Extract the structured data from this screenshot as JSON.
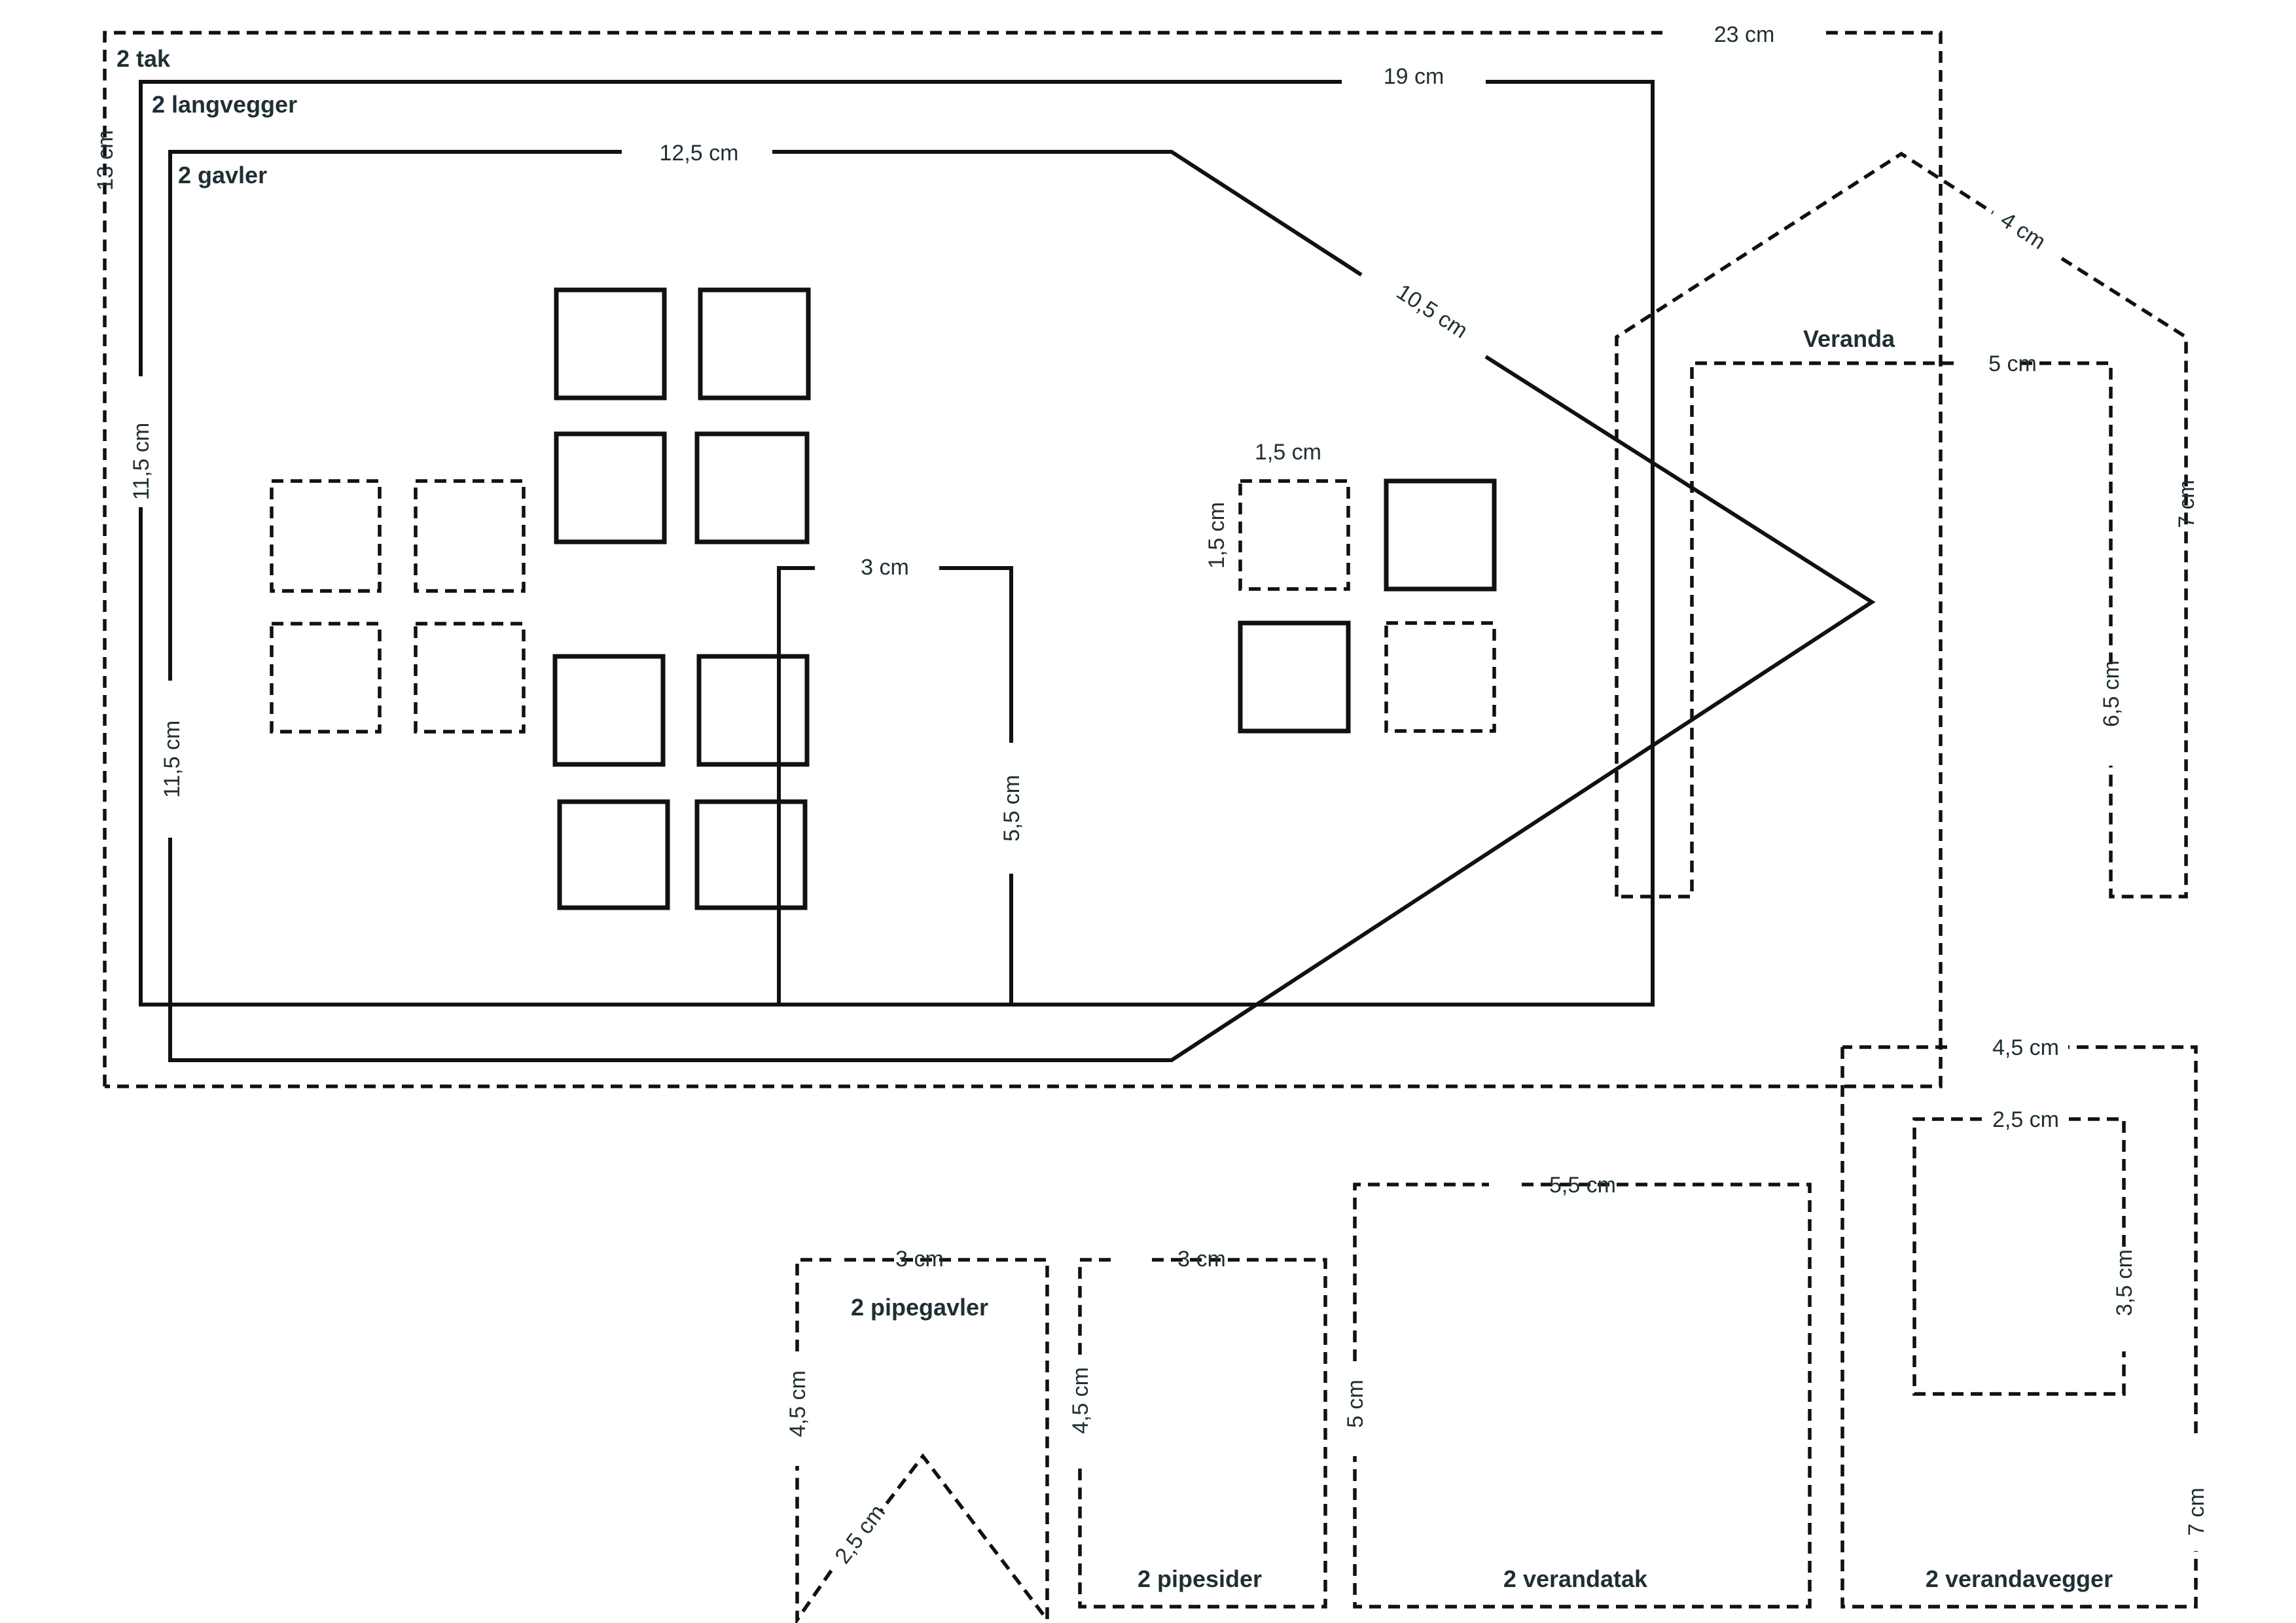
{
  "labels": {
    "tak": "2 tak",
    "langvegger": "2 langvegger",
    "gavler": "2 gavler",
    "veranda": "Veranda",
    "pipegavler": "2 pipegavler",
    "pipesider": "2 pipesider",
    "verandatak": "2 verandatak",
    "verandavegger": "2 verandavegger"
  },
  "dimensions": {
    "tak_width": "23 cm",
    "tak_height": "13 cm",
    "langvegger_width": "19 cm",
    "langvegger_height": "11,5 cm",
    "gavler_width": "12,5 cm",
    "gavler_height": "11,5 cm",
    "gavler_slope": "10,5 cm",
    "door_width": "3 cm",
    "door_height": "5,5 cm",
    "window_width": "1,5 cm",
    "window_height": "1,5 cm",
    "veranda_slope": "4 cm",
    "veranda_inner_width": "5 cm",
    "veranda_height": "7 cm",
    "veranda_inner_height": "6,5 cm",
    "verandavegger_width": "4,5 cm",
    "verandavegger_inner_width": "2,5 cm",
    "verandavegger_inner_height": "3,5 cm",
    "verandavegger_height": "7 cm",
    "verandatak_width": "5,5 cm",
    "verandatak_height": "5 cm",
    "pipesider_width": "3 cm",
    "pipesider_height": "4,5 cm",
    "pipegavler_width": "3 cm",
    "pipegavler_height": "4,5 cm",
    "pipegavler_notch": "2,5 cm"
  },
  "colors": {
    "line": "#111111",
    "text": "#1f2f33",
    "background": "#ffffff"
  }
}
